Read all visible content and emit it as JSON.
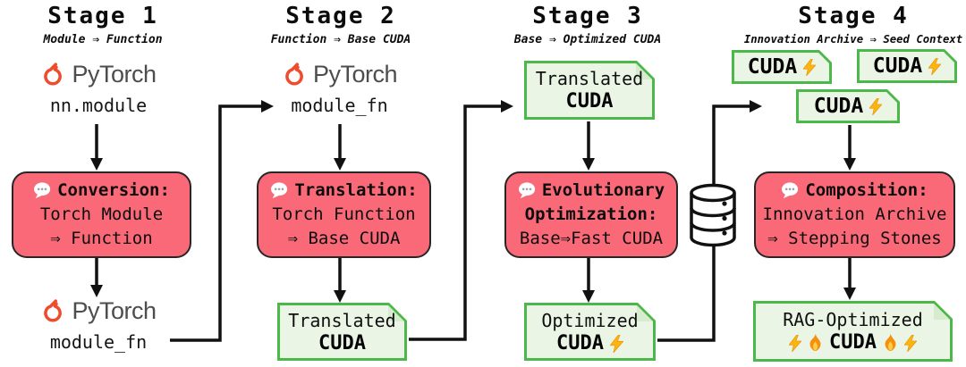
{
  "colors": {
    "process_fill": "#fa6978",
    "process_border": "#262626",
    "artifact_fill": "#ebf5e6",
    "artifact_border": "#4db84a",
    "pytorch_orange": "#ee4c2c",
    "wordmark_gray": "#4d4d4d",
    "line_black": "#111111"
  },
  "stage1": {
    "title": "Stage 1",
    "subtitle": "Module ⇒ Function",
    "input": {
      "brand": "PyTorch",
      "code": "nn.module"
    },
    "process": {
      "heading": "Conversion:",
      "line1": "Torch Module",
      "line2": "⇒ Function"
    },
    "output": {
      "brand": "PyTorch",
      "code": "module_fn"
    }
  },
  "stage2": {
    "title": "Stage 2",
    "subtitle": "Function ⇒ Base CUDA",
    "input": {
      "brand": "PyTorch",
      "code": "module_fn"
    },
    "process": {
      "heading": "Translation:",
      "line1": "Torch Function",
      "line2": "⇒ Base CUDA"
    },
    "output": {
      "line1": "Translated",
      "line2": "CUDA"
    }
  },
  "stage3": {
    "title": "Stage 3",
    "subtitle": "Base ⇒ Optimized CUDA",
    "input": {
      "line1": "Translated",
      "line2": "CUDA"
    },
    "process": {
      "heading1": "Evolutionary",
      "heading2": "Optimization:",
      "line1": "Base⇒Fast CUDA"
    },
    "output": {
      "line1": "Optimized",
      "line2": "CUDA"
    }
  },
  "stage4": {
    "title": "Stage 4",
    "subtitle": "Innovation Archive ⇒ Seed Context",
    "chips": [
      "CUDA",
      "CUDA",
      "CUDA"
    ],
    "process": {
      "heading": "Composition:",
      "line1": "Innovation Archive",
      "line2": "⇒ Stepping Stones"
    },
    "output": {
      "line1": "RAG-Optimized",
      "line2": "CUDA"
    }
  }
}
